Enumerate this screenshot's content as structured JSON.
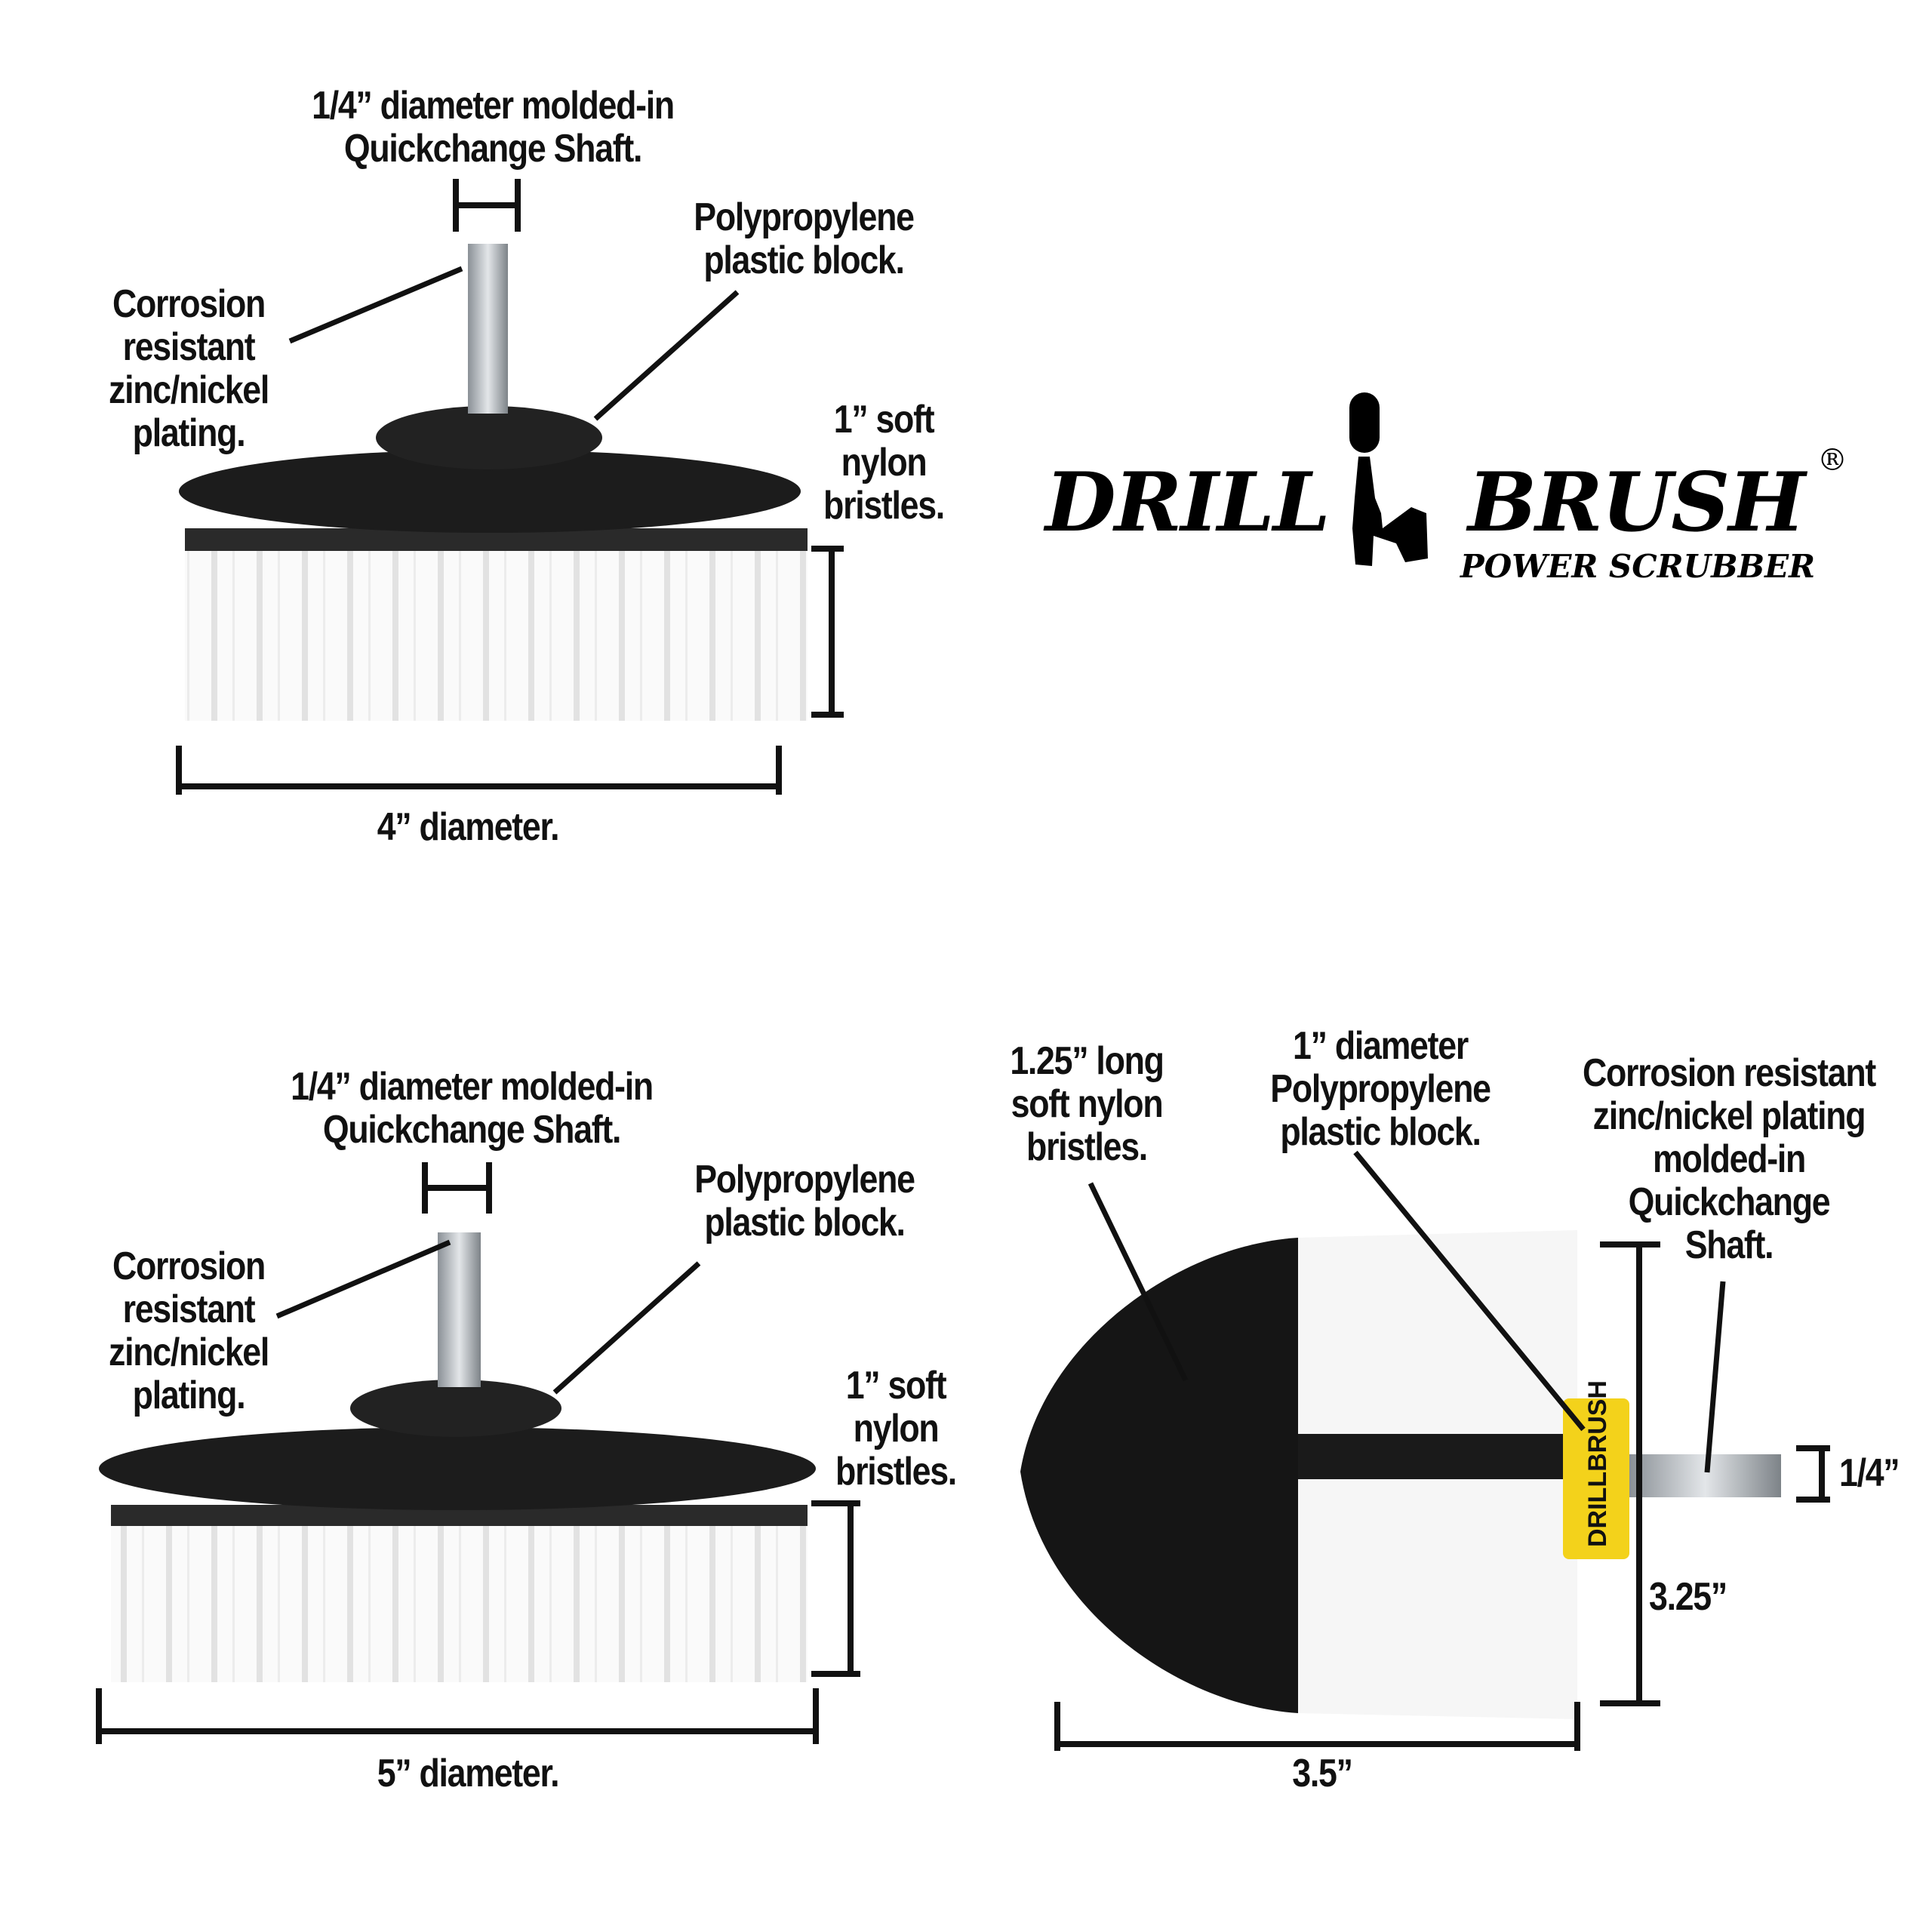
{
  "brand": {
    "word1": "DRILL",
    "word2": "BRUSH",
    "tagline": "POWER SCRUBBER",
    "registered": "®",
    "collar_text": "DRILLBRUSH"
  },
  "colors": {
    "bristle_white": "#f4f4f4",
    "block_black": "#1c1c1c",
    "shaft_silver": "#b9bec3",
    "collar_yellow": "#f3d21b"
  },
  "brush_4in": {
    "shaft_label": [
      "1/4” diameter molded-in",
      "Quickchange Shaft."
    ],
    "plating_label": [
      "Corrosion",
      "resistant",
      "zinc/nickel",
      "plating."
    ],
    "block_label": [
      "Polypropylene",
      "plastic block."
    ],
    "bristle_label": [
      "1” soft",
      "nylon",
      "bristles."
    ],
    "diameter_label": "4” diameter."
  },
  "brush_5in": {
    "shaft_label": [
      "1/4” diameter molded-in",
      "Quickchange Shaft."
    ],
    "plating_label": [
      "Corrosion",
      "resistant",
      "zinc/nickel",
      "plating."
    ],
    "block_label": [
      "Polypropylene",
      "plastic block."
    ],
    "bristle_label": [
      "1” soft",
      "nylon",
      "bristles."
    ],
    "diameter_label": "5” diameter."
  },
  "brush_cone": {
    "bristle_label": [
      "1.25” long",
      "soft nylon",
      "bristles."
    ],
    "block_label": [
      "1” diameter",
      "Polypropylene",
      "plastic block."
    ],
    "shaft_label": [
      "Corrosion resistant",
      "zinc/nickel plating",
      "molded-in",
      "Quickchange",
      "Shaft."
    ],
    "shaft_dim": "1/4”",
    "height_dim": "3.25”",
    "width_dim": "3.5”"
  }
}
